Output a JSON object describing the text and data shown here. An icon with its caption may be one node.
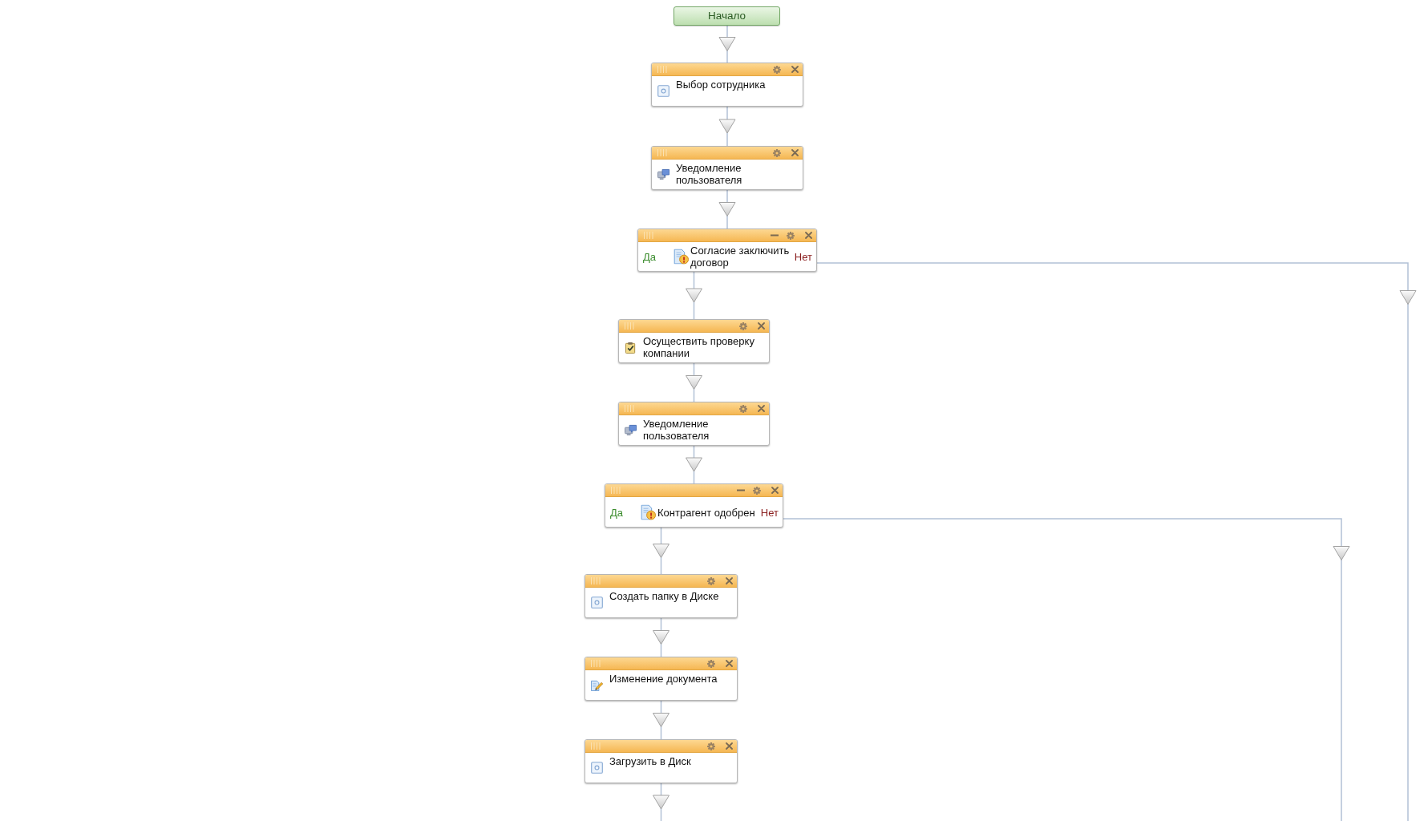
{
  "diagram": {
    "nodes": [
      {
        "text": [
          "Начало"
        ]
      },
      {
        "text": [
          "Выбор сотрудника"
        ]
      },
      {
        "text": [
          "Уведомление пользователя"
        ]
      },
      {
        "text": [
          "Да",
          "Согласие заключить договор",
          "Нет"
        ]
      },
      {
        "text": [
          "Осуществить проверку компании"
        ]
      },
      {
        "text": [
          "Уведомление пользователя"
        ]
      },
      {
        "text": [
          "Да",
          "Контрагент одобрен",
          "Нет"
        ]
      },
      {
        "text": [
          "Создать папку в Диске"
        ]
      },
      {
        "text": [
          "Изменение документа"
        ]
      },
      {
        "text": [
          "Загрузить в Диск"
        ]
      }
    ],
    "edges": [
      {
        "from": 0,
        "to": 1,
        "arrow": "to"
      },
      {
        "from": 1,
        "to": 2,
        "arrow": "to"
      },
      {
        "from": 2,
        "to": 3,
        "arrow": "to"
      },
      {
        "from": 3,
        "to": 4,
        "arrow": "to"
      },
      {
        "from": 3,
        "to": null,
        "arrow": "to"
      },
      {
        "from": 4,
        "to": 5,
        "arrow": "to"
      },
      {
        "from": 5,
        "to": 6,
        "arrow": "to"
      },
      {
        "from": 6,
        "to": 7,
        "arrow": "to"
      },
      {
        "from": 6,
        "to": null,
        "arrow": "to"
      },
      {
        "from": 7,
        "to": 8,
        "arrow": "to"
      },
      {
        "from": 8,
        "to": 9,
        "arrow": "to"
      },
      {
        "from": 9,
        "to": null,
        "arrow": "to"
      }
    ]
  }
}
